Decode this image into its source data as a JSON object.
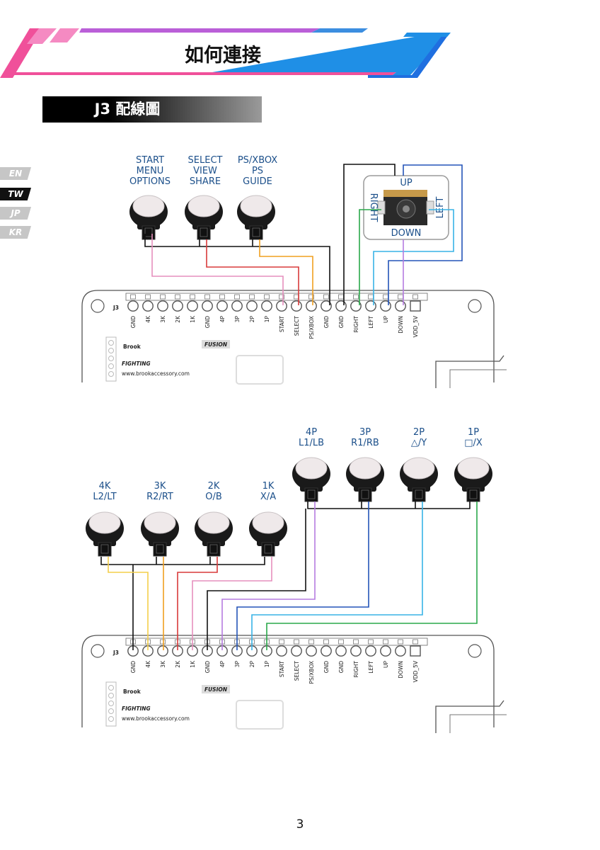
{
  "header": {
    "title": "如何連接",
    "section_title": "J3 配線圖"
  },
  "languages": [
    {
      "label": "EN",
      "active": false
    },
    {
      "label": "TW",
      "active": true
    },
    {
      "label": "JP",
      "active": false
    },
    {
      "label": "KR",
      "active": false
    }
  ],
  "board": {
    "connector": "J3",
    "brand": "Brook",
    "product": "FIGHTING",
    "badge": "FUSION",
    "url": "www.brookaccessory.com",
    "pins": [
      "GND",
      "4K",
      "3K",
      "2K",
      "1K",
      "GND",
      "4P",
      "3P",
      "2P",
      "1P",
      "START",
      "SELECT",
      "PS/XBOX",
      "GND",
      "GND",
      "RIGHT",
      "LEFT",
      "UP",
      "DOWN",
      "VDD_5V"
    ]
  },
  "diagram1": {
    "buttons": [
      {
        "lines": [
          "START",
          "MENU",
          "OPTIONS"
        ]
      },
      {
        "lines": [
          "SELECT",
          "VIEW",
          "SHARE"
        ]
      },
      {
        "lines": [
          "PS/XBOX",
          "PS",
          "GUIDE"
        ]
      }
    ],
    "joystick": {
      "up": "UP",
      "down": "DOWN",
      "left": "LEFT",
      "right": "RIGHT"
    }
  },
  "diagram2": {
    "punch_buttons": [
      {
        "lines": [
          "4P",
          "L1/LB"
        ]
      },
      {
        "lines": [
          "3P",
          "R1/RB"
        ]
      },
      {
        "lines": [
          "2P",
          "△/Y"
        ]
      },
      {
        "lines": [
          "1P",
          "□/X"
        ]
      }
    ],
    "kick_buttons": [
      {
        "lines": [
          "4K",
          "L2/LT"
        ]
      },
      {
        "lines": [
          "3K",
          "R2/RT"
        ]
      },
      {
        "lines": [
          "2K",
          "O/B"
        ]
      },
      {
        "lines": [
          "1K",
          "X/A"
        ]
      }
    ]
  },
  "colors": {
    "header_pink": "#f0509a",
    "header_blue": "#1f8fe6",
    "label_blue": "#1b4f8a",
    "wire_black": "#111111",
    "wire_pink": "#e68fbd",
    "wire_red": "#d93a3a",
    "wire_orange": "#f0a020",
    "wire_yellow": "#f3cf4a",
    "wire_green": "#2aa84a",
    "wire_cyan": "#38b3e6",
    "wire_blue": "#2454b8",
    "wire_purple": "#b57be0"
  },
  "page_number": "3"
}
